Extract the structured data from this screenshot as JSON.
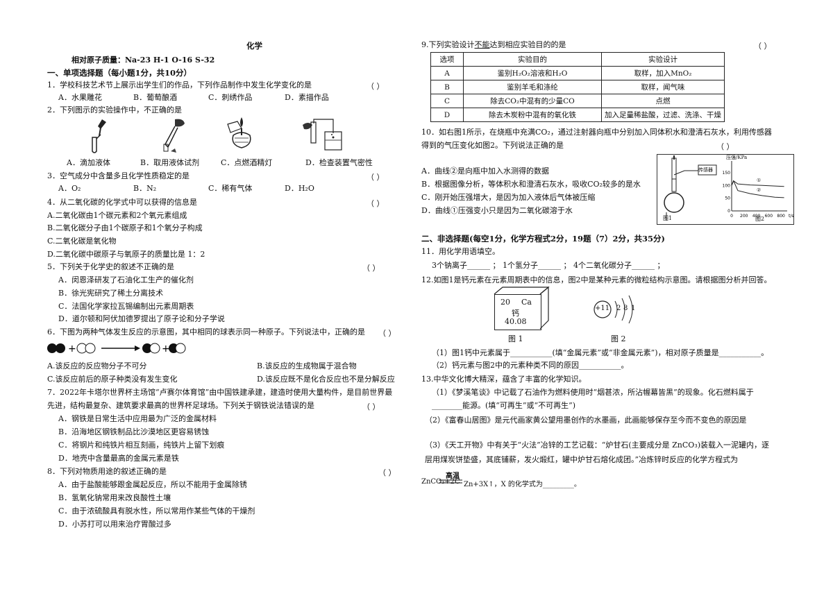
{
  "header": {
    "title": "化学",
    "atomic_mass": "相对原子质量：Na-23    H-1  O-16     S-32"
  },
  "section1": {
    "heading": "一、单项选择题（每小题1分，共10分）",
    "q1": {
      "stem": "1．学校科技艺术节上展示出学生们的作品，下列作品制作中发生化学变化的是",
      "paren": "（    ）",
      "a": "A．水果雕花",
      "b": "B．葡萄酿酒",
      "c": "C．刺绣作品",
      "d": "D．素描作品"
    },
    "q2": {
      "stem": "2．下列图示的实验操作中，不正确的是",
      "a": "A．滴加液体",
      "b": "B．取用液体试剂",
      "c": "C．点燃酒精灯",
      "d": "D．检查装置气密性"
    },
    "q3": {
      "stem": "3．空气成分中含量多且化学性质稳定的是",
      "paren": "（    ）",
      "a": "A．O₂",
      "b": "B．N₂",
      "c": "C．稀有气体",
      "d": "D．H₂O"
    },
    "q4": {
      "stem": "4．从二氧化碳的化学式中可以获得的信息是",
      "paren": "（    ）",
      "a": "A.二氧化碳由1个碳元素和2个氧元素组成",
      "b": "B.二氧化碳分子由1个碳原子和1个氧分子构成",
      "c": "C.二氧化碳是氧化物",
      "d": "D.二氧化碳中碳原子与氧原子的质量比是 1：2"
    },
    "q5": {
      "stem": "5．下列关于化学史的叙述不正确的是",
      "paren": "（    ）",
      "a": "A．闵恩泽研发了石油化工生产的催化剂",
      "b": "B．徐光宪研究了稀土分离技术",
      "c": "C．法国化学家拉瓦锡编制出元素周期表",
      "d": "D．道尔顿和阿伏加德罗提出了原子论和分子学说"
    },
    "q6": {
      "stem": "6．下图为两种气体发生反应的示意图，其中相同的球表示同一种原子。下列说法中，正确的是",
      "paren": "（    ）",
      "a": "A.该反应的反应物分子不可分",
      "b": "B.该反应的生成物属于混合物",
      "c": "C.该反应前后的原子种类没有发生变化",
      "d": "D.该反应既不是化合反应也不是分解反应"
    },
    "q7": {
      "line1": "7．2022年卡塔尔世界杯主场馆“卢赛尔体育馆”由中国铁建承建，建造时使用大量构件，是目前世界最",
      "line2": "先进，结构最复杂、建筑要求最高的世界杯足球场。下列关于钢铁说法错误的是",
      "paren": "（    ）",
      "a": "A．钢铁是日常生活中应用最为广泛的金属材料",
      "b": "B．沿海地区钢铁制品比沙漠地区更容易锈蚀",
      "c": "C．将钢片和纯铁片相互刻画，纯铁片上留下划痕",
      "d": "D．地壳中含量最高的金属元素是铁"
    },
    "q8": {
      "stem": "8．下列对物质用途的叙述正确的是",
      "paren": "（    ）",
      "a": "A．由于盐酸能够跟金属起反应，所以不能用于金属除锈",
      "b": "B．氢氧化钠常用来改良酸性土壤",
      "c": "C．由于浓硫酸具有脱水性，所以常用作某些气体的干燥剂",
      "d": "D．小苏打可以用来治疗胃酸过多"
    }
  },
  "q9": {
    "stem_pre": "9.下列实验设计",
    "stem_u": "不能",
    "stem_post": "达到相应实验目的的是",
    "paren": "（    ）",
    "headers": [
      "选项",
      "实验目的",
      "实验设计"
    ],
    "rows": [
      [
        "A",
        "鉴别H₂O₂溶液和H₂O",
        "取样，加入MnO₂"
      ],
      [
        "B",
        "鉴别羊毛和涤纶",
        "取样，闻气味"
      ],
      [
        "C",
        "除去CO₂中混有的少量CO",
        "点燃"
      ],
      [
        "D",
        "除去木炭粉中混有的氧化铁",
        "加入足量稀盐酸，过滤、洗涤、干燥"
      ]
    ]
  },
  "q10": {
    "line1": "10．如右图1所示，在烧瓶中充满CO₂，通过注射器向瓶中分别加入同体积水和澄清石灰水，利用传感器",
    "line2": "得到的气压变化如图2。下列说法正确的是",
    "paren": "（    ）",
    "a": "A．曲线②是向瓶中加入水测得的数据",
    "b": "B．根据图像分析，等体积水和澄清石灰水，吸收CO₂较多的是水",
    "c": "C．刚开始压强增大，是因为加入液体后气体被压缩",
    "d": "D．曲线①压强变小只是因为二氧化碳溶于水",
    "fig_sensor": "传感器",
    "fig_ylabel": "压强/KPa",
    "fig1_label": "图1",
    "fig2_label": "图2",
    "fig_curve1": "①",
    "fig_curve2": "②"
  },
  "chart_data": {
    "type": "line",
    "ylabel": "压强/KPa",
    "xlabel": "t/s",
    "x_ticks": [
      0,
      200,
      400,
      600,
      800
    ],
    "y_ticks": [
      0,
      50,
      100,
      150
    ],
    "xlim": [
      0,
      900
    ],
    "ylim": [
      0,
      180
    ],
    "series": [
      {
        "name": "①",
        "x": [
          0,
          30,
          100,
          300,
          500,
          700,
          850
        ],
        "y": [
          100,
          118,
          106,
          102,
          100,
          98,
          96
        ]
      },
      {
        "name": "②",
        "x": [
          0,
          30,
          100,
          300,
          500,
          700,
          850
        ],
        "y": [
          100,
          118,
          80,
          68,
          60,
          54,
          52
        ]
      }
    ]
  },
  "section2": {
    "heading": "二、非选择题(每空1分，化学方程式2分，19题（7）2分，共35分)",
    "q11": {
      "stem": "11．用化学用语填空。",
      "line": "3个钠离子______ ；     1个氢分子______ ；   4个二氧化碳分子______ ；"
    },
    "q12": {
      "stem": "12.如图1是钙元素在元素周期表中的信息，图2中是某种元素的微粒结构示意图。请根据图分析并回答。",
      "element_number": "20",
      "element_symbol": "Ca",
      "element_name": "钙",
      "element_mass": "40.08",
      "nucleus": "+11",
      "shell1": "2",
      "shell2": "8",
      "shell3": "1",
      "fig1": "图 1",
      "fig2": "图 2",
      "p1": "（1）图1钙中元素属于___________(填“金属元素”或“非金属元素”)，相对原子质量是___________。",
      "p2": "（2）钙元素与图2中的元素种类不同的原因___________。"
    },
    "q13": {
      "stem": "13.中华文化博大精深，蕴含了丰富的化学知识。",
      "p1a": "（1）《梦溪笔谈》中记载了石油作为燃料使用时“烟甚浓，所沾幄幕皆黑”的现象。化石燃料属于",
      "p1b": "________能源。(填“可再生”或“不可再生”)",
      "p2": "（2）《富春山居图》是元代画家黄公望用墨创作的水墨画，此画能够保存至今而不变色的原因是",
      "p3a": "（3）《天工开物》中有关于“火法”冶锌的工艺记载：“炉甘石(主要成分是 ZnCO₃)装载入一泥罐内，逐",
      "p3b": "层用煤炭饼垫盛，其底铺薪，发火煅红，罐中炉甘石熔化成团。”冶炼锌时反应的化学方程式为",
      "eq_cond": "高温",
      "eq_left": "ZnCO₃+2C",
      "eq_right": "Zn+3X↑，X 的化学式为_________。"
    }
  }
}
